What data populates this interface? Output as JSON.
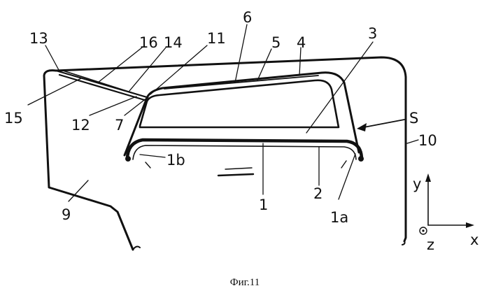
{
  "figure": {
    "caption": "Фиг.11",
    "labels": {
      "l13": "13",
      "l16": "16",
      "l14": "14",
      "l11": "11",
      "l6": "6",
      "l5": "5",
      "l4": "4",
      "l3": "3",
      "l15": "15",
      "l12": "12",
      "l7": "7",
      "lS": "S",
      "l10": "10",
      "l1b": "1b",
      "l1": "1",
      "l2": "2",
      "l1a": "1a",
      "l9": "9"
    },
    "axes": {
      "y": "y",
      "x": "x",
      "z": "z"
    }
  }
}
